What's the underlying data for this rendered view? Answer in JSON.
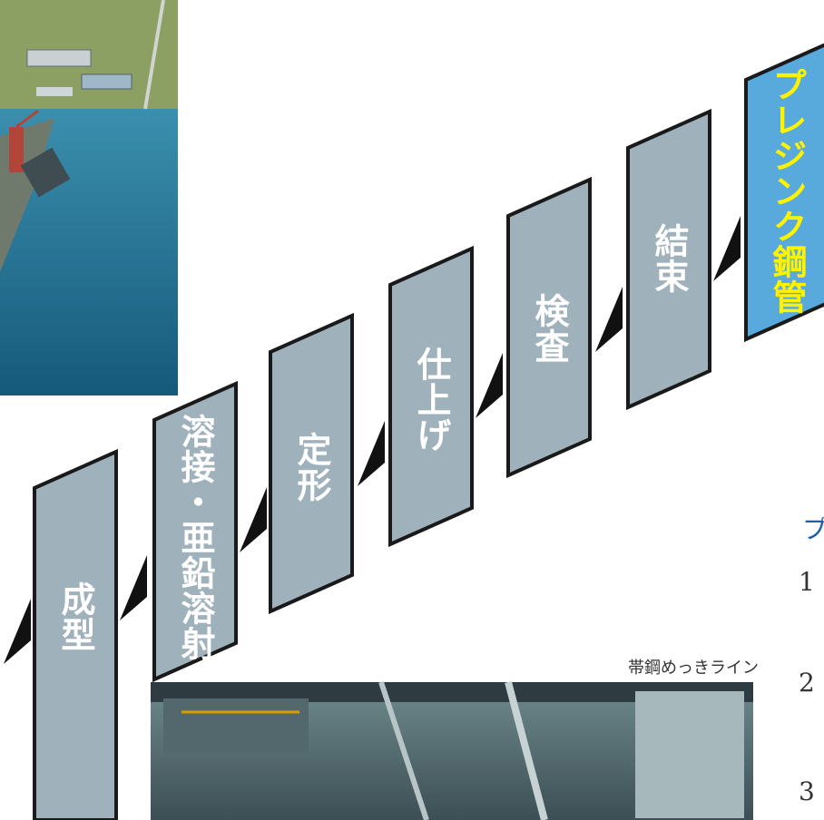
{
  "steps": [
    {
      "label": "成型"
    },
    {
      "label": "溶接・亜鉛溶射"
    },
    {
      "label": "定形"
    },
    {
      "label": "仕上げ"
    },
    {
      "label": "検査"
    },
    {
      "label": "結束"
    },
    {
      "label": "プレジンク鋼管"
    }
  ],
  "photo_caption": "帯鋼めっきライン",
  "side_heading": "プ",
  "side_numbers": [
    "1",
    "2",
    "3"
  ],
  "colors": {
    "step_fill": "#9fb1bb",
    "step_stroke": "#1a1a1a",
    "final_fill": "#58a9dc",
    "final_text": "#fff200",
    "arrow": "#111111",
    "sea": "#2f7fa0",
    "land": "#7e9a5a"
  }
}
